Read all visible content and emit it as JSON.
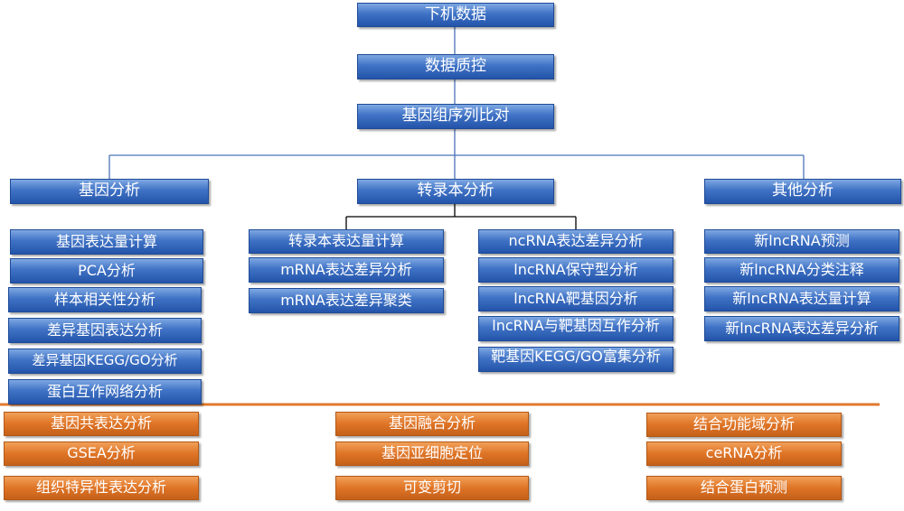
{
  "pipeline": [
    "下机数据",
    "数据质控",
    "基因组序列比对"
  ],
  "branches": {
    "gene": "基因分析",
    "transcript": "转录本分析",
    "other": "其他分析"
  },
  "gene_items": [
    "基因表达量计算",
    "PCA分析",
    "样本相关性分析",
    "差异基因表达分析",
    "差异基因KEGG/GO分析",
    "蛋白互作网络分析"
  ],
  "transcript_items": [
    "转录本表达量计算",
    "mRNA表达差异分析",
    "mRNA表达差异聚类"
  ],
  "ncrna_items": [
    "ncRNA表达差异分析",
    "lncRNA保守型分析",
    "lncRNA靶基因分析",
    "lncRNA与靶基因互作分析",
    "靶基因KEGG/GO富集分析"
  ],
  "other_items": [
    "新lncRNA预测",
    "新lncRNA分类注释",
    "新lncRNA表达量计算",
    "新lncRNA表达差异分析"
  ],
  "orange_left": [
    "基因共表达分析",
    "GSEA分析",
    "组织特异性表达分析"
  ],
  "orange_mid": [
    "基因融合分析",
    "基因亚细胞定位",
    "可变剪切"
  ],
  "orange_right": [
    "结合功能域分析",
    "ceRNA分析",
    "结合蛋白预测"
  ],
  "colors": {
    "blue": "#3f72c5",
    "orange": "#df7426",
    "divider": "#e07a2e"
  }
}
